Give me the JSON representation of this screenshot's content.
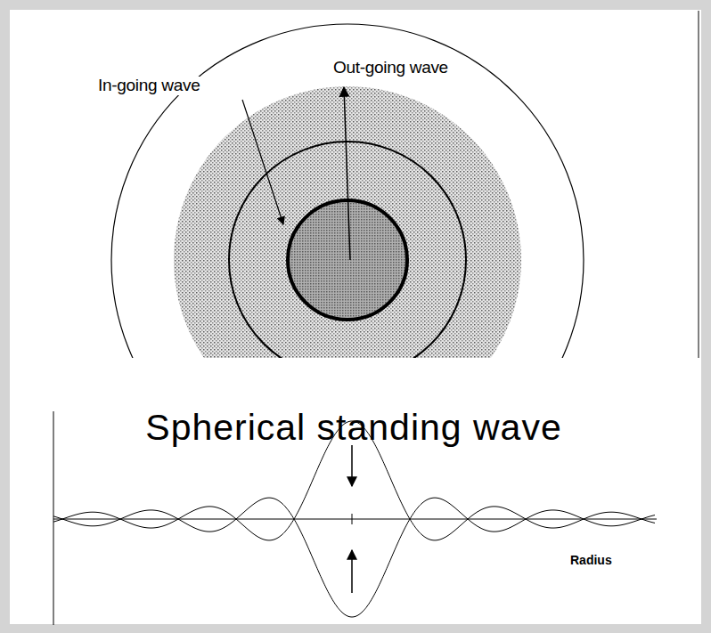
{
  "diagram": {
    "title": "Spherical standing wave",
    "labels": [
      "Out-going wave",
      "In-going wave",
      "Radius"
    ]
  }
}
